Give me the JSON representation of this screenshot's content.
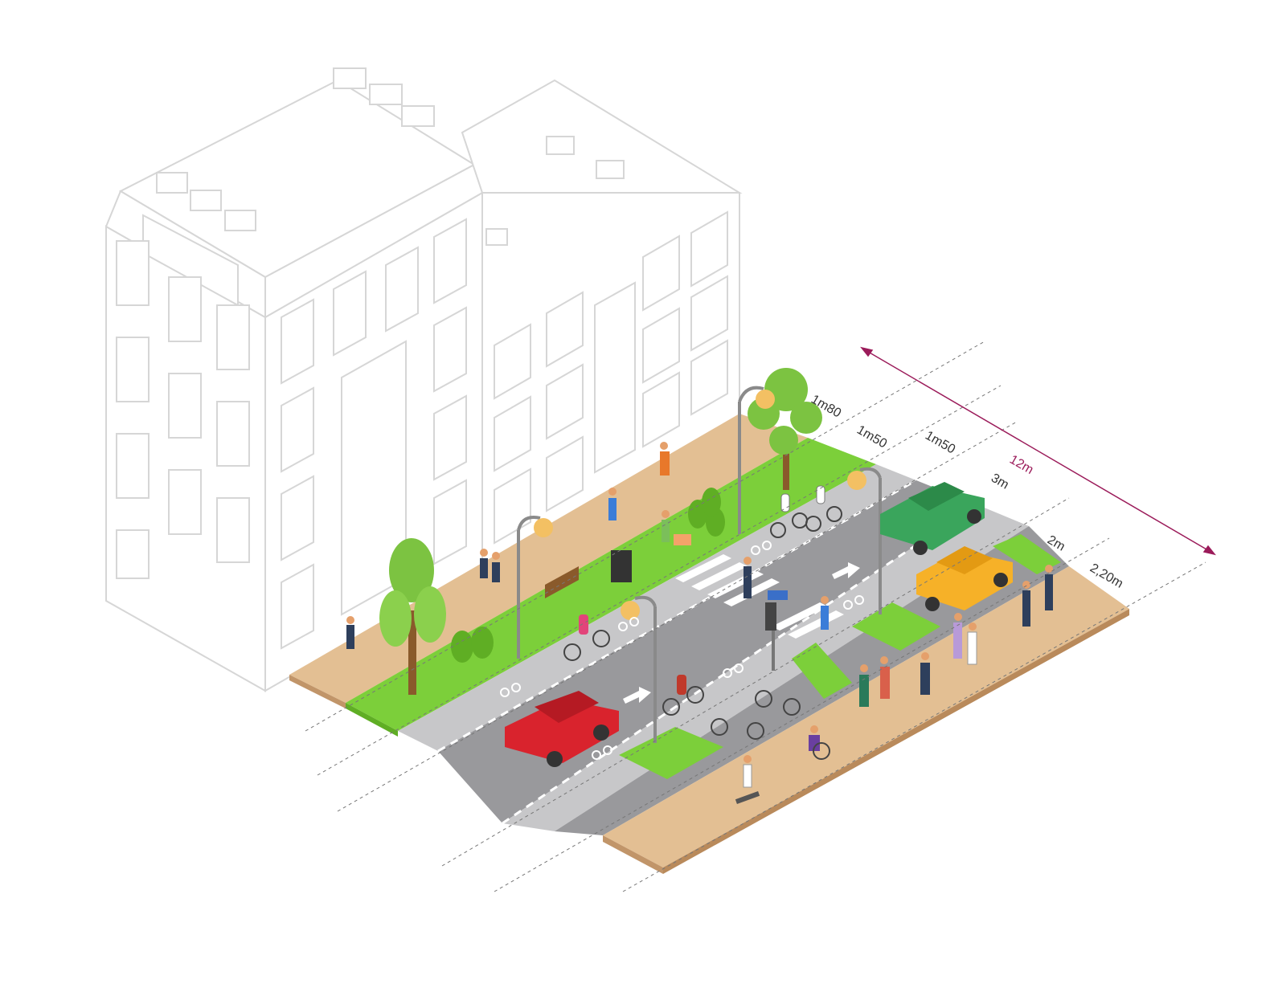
{
  "colors": {
    "building_line": "#d6d6d6",
    "sidewalk": "#e3bf93",
    "sidewalk_edge": "#c19569",
    "grass": "#7ccf3a",
    "grass_dark": "#5fae24",
    "flowers": "#f2a33a",
    "bike_lane": "#c7c7c9",
    "road": "#99999c",
    "marking": "#ffffff",
    "dimension_accent": "#9b1b5a",
    "tree": "#7cc341",
    "trunk": "#8a5a2b",
    "lamp": "#f3c063",
    "car_red": "#d9232d",
    "car_green": "#3aa55c",
    "car_yellow": "#f6b128"
  },
  "icons": [
    "tree-icon",
    "street-lamp-icon",
    "car-icon",
    "bicycle-icon",
    "person-icon",
    "traffic-light-icon",
    "bench-icon",
    "trash-bin-icon",
    "arrow-icon",
    "bike-symbol-icon"
  ],
  "dimensions": {
    "sidewalk_left": "1m80",
    "bike_lane_left": "1m50",
    "bike_lane_right": "1m50",
    "road": "3m",
    "parking": "2m",
    "sidewalk_right": "2,20m",
    "total": "12m"
  }
}
